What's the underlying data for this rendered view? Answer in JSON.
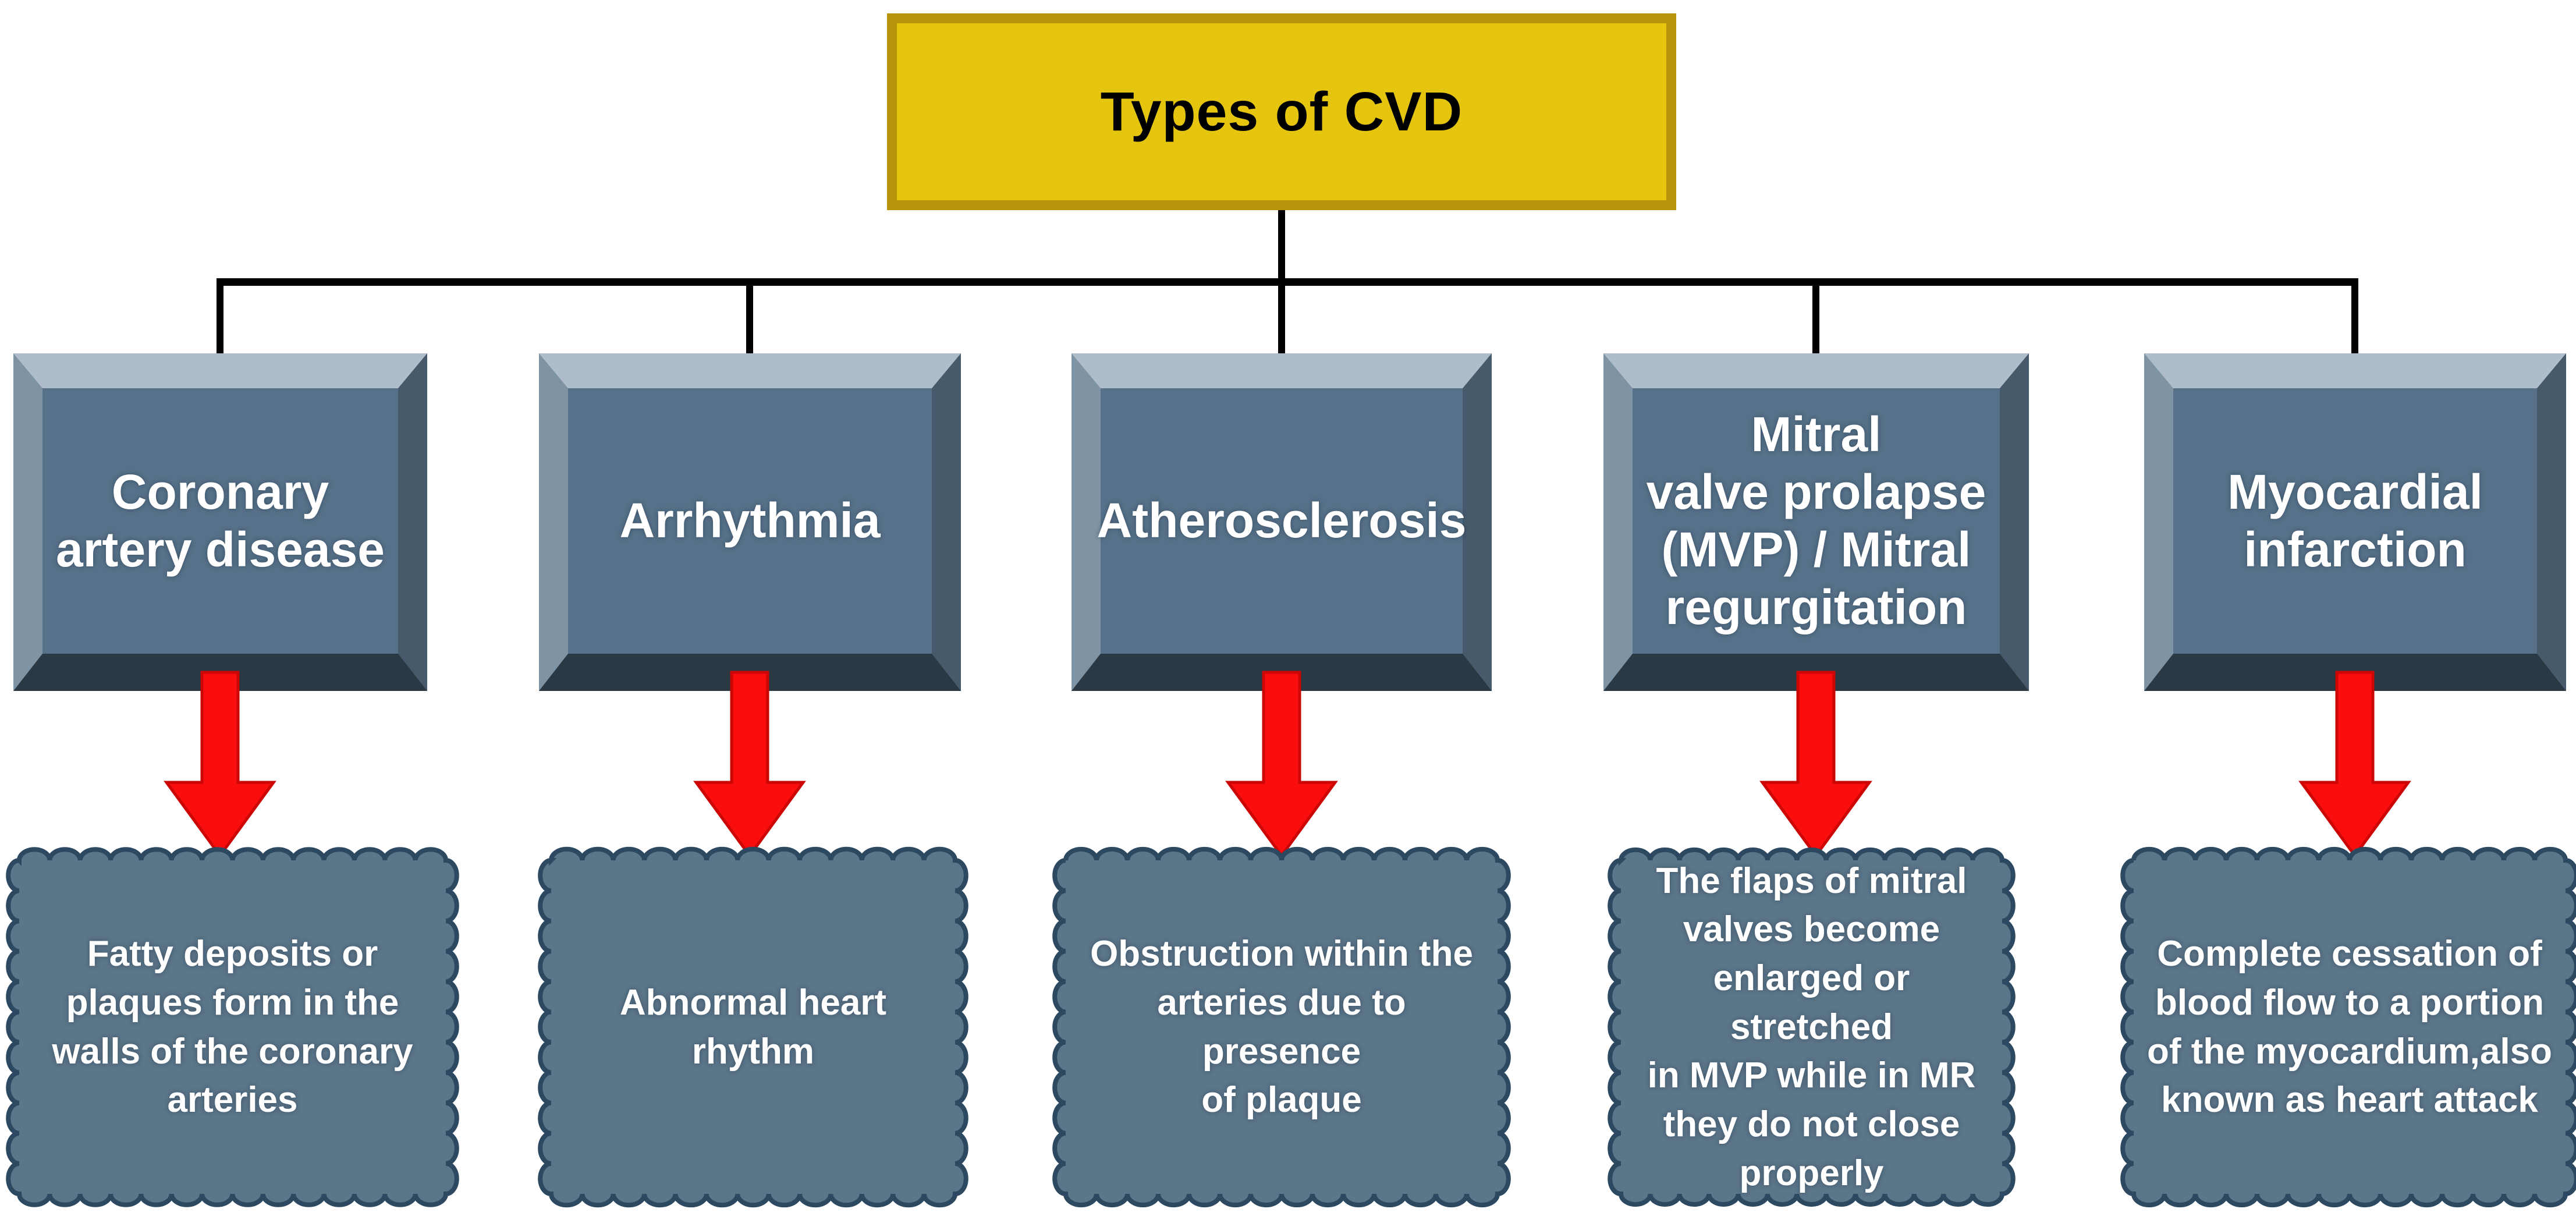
{
  "figure": {
    "kind": "hierarchy-diagram"
  },
  "title": {
    "label": "Types of CVD"
  },
  "branches": [
    {
      "label": "Coronary\nartery disease",
      "description": "Fatty deposits or\nplaques form in the\nwalls of the coronary\narteries"
    },
    {
      "label": "Arrhythmia",
      "description": "Abnormal heart rhythm"
    },
    {
      "label": "Atherosclerosis",
      "description": "Obstruction within the\narteries due to presence\nof plaque"
    },
    {
      "label": "Mitral\nvalve prolapse\n(MVP) / Mitral\nregurgitation",
      "description": "The flaps of mitral\nvalves become\nenlarged or stretched\nin MVP while in MR\nthey do not close\nproperly"
    },
    {
      "label": "Myocardial\ninfarction",
      "description": "Complete cessation of\nblood flow to a portion\nof  the myocardium,also\nknown as heart attack"
    }
  ],
  "colors": {
    "background": "#ffffff",
    "line": "#000000",
    "title_fill": "#e5c50e",
    "title_border": "#b7930b",
    "title_text": "#000000",
    "node_face": "#567189",
    "node_bevel_top": "#aebdc9",
    "node_bevel_left": "#7e93a3",
    "node_bevel_right": "#475a6c",
    "node_bevel_bottom": "#2b3944",
    "node_text": "#ffffff",
    "desc_fill": "#5b7589",
    "desc_border": "#2c4961",
    "desc_text": "#ffffff",
    "arrow_fill": "#f90d0d",
    "arrow_stroke": "#cc0505"
  }
}
